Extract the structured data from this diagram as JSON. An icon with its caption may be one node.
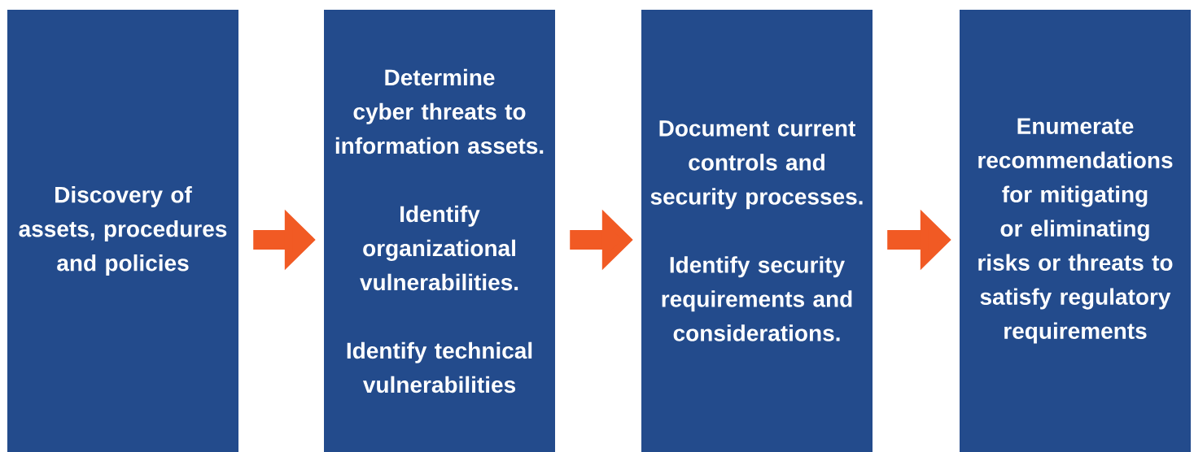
{
  "diagram": {
    "nodes": [
      {
        "text": [
          "Discovery of assets, procedures and policies"
        ]
      },
      {
        "text": [
          "Determine cyber threats to information assets.",
          "Identify organizational vulnerabilities.",
          "Identify technical vulnerabilities"
        ]
      },
      {
        "text": [
          "Document current controls and security processes.",
          "Identify security requirements and considerations."
        ]
      },
      {
        "text": [
          "Enumerate recommendations for mitigating or eliminating risks or threats to satisfy regulatory requirements"
        ]
      }
    ],
    "edges": [
      {
        "from": 0,
        "to": 1,
        "arrow": "to"
      },
      {
        "from": 1,
        "to": 2,
        "arrow": "to"
      },
      {
        "from": 2,
        "to": 3,
        "arrow": "to"
      }
    ]
  }
}
